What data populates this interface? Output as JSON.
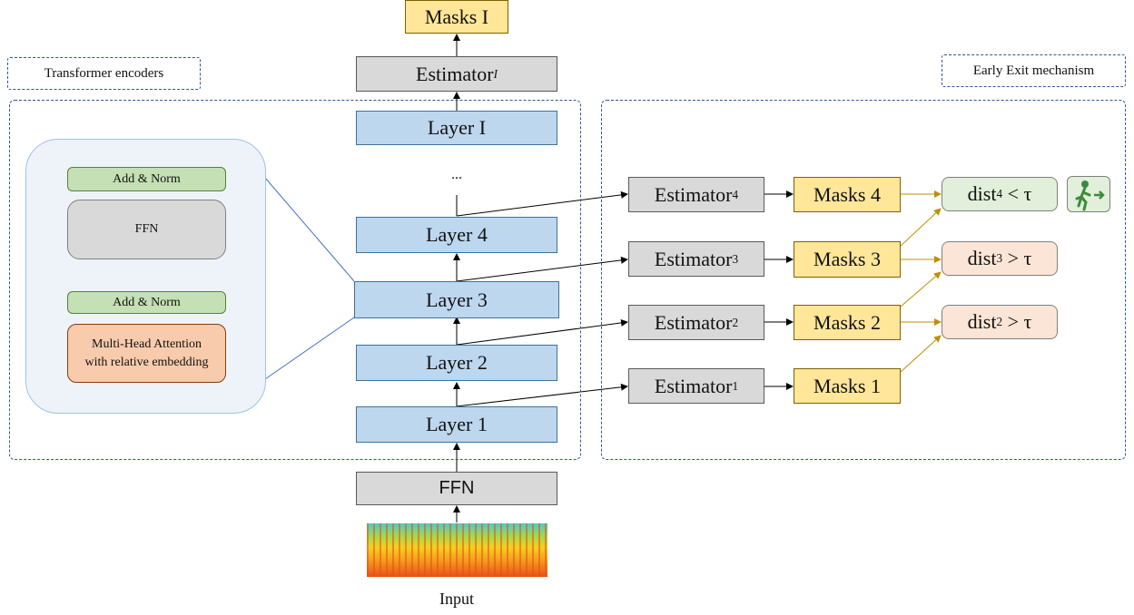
{
  "labels": {
    "transformer_encoders": "Transformer encoders",
    "early_exit": "Early Exit mechanism",
    "input": "Input",
    "ellipsis": "..."
  },
  "main_stack": {
    "masks_top": "Masks I",
    "estimator_top": "Estimator",
    "estimator_top_sup": "I",
    "layer_I": "Layer I",
    "layer_4": "Layer 4",
    "layer_3": "Layer 3",
    "layer_2": "Layer 2",
    "layer_1": "Layer 1",
    "ffn": "FFN"
  },
  "encoder_detail": {
    "add_norm_top": "Add & Norm",
    "ffn": "FFN",
    "add_norm_bottom": "Add & Norm",
    "mha": "Multi-Head Attention with relative embedding"
  },
  "early_exit_rows": [
    {
      "estimator": "Estimator",
      "sup": "4",
      "masks": "Masks 4",
      "dist": "dist",
      "dist_sup": "4",
      "op": "<",
      "tau": "τ"
    },
    {
      "estimator": "Estimator",
      "sup": "3",
      "masks": "Masks 3",
      "dist": "dist",
      "dist_sup": "3",
      "op": ">",
      "tau": "τ"
    },
    {
      "estimator": "Estimator",
      "sup": "2",
      "masks": "Masks 2",
      "dist": "dist",
      "dist_sup": "2",
      "op": ">",
      "tau": "τ"
    },
    {
      "estimator": "Estimator",
      "sup": "1",
      "masks": "Masks 1"
    }
  ],
  "icons": {
    "exit": "exit-person-icon",
    "spectrogram": "spectrogram-image"
  },
  "colors": {
    "layer": "#bdd7ee",
    "estimator": "#d9d9d9",
    "masks": "#ffe699",
    "dist_pass": "#e2efda",
    "dist_fail": "#fbe5d6",
    "dashed_border": "#2f5597"
  }
}
